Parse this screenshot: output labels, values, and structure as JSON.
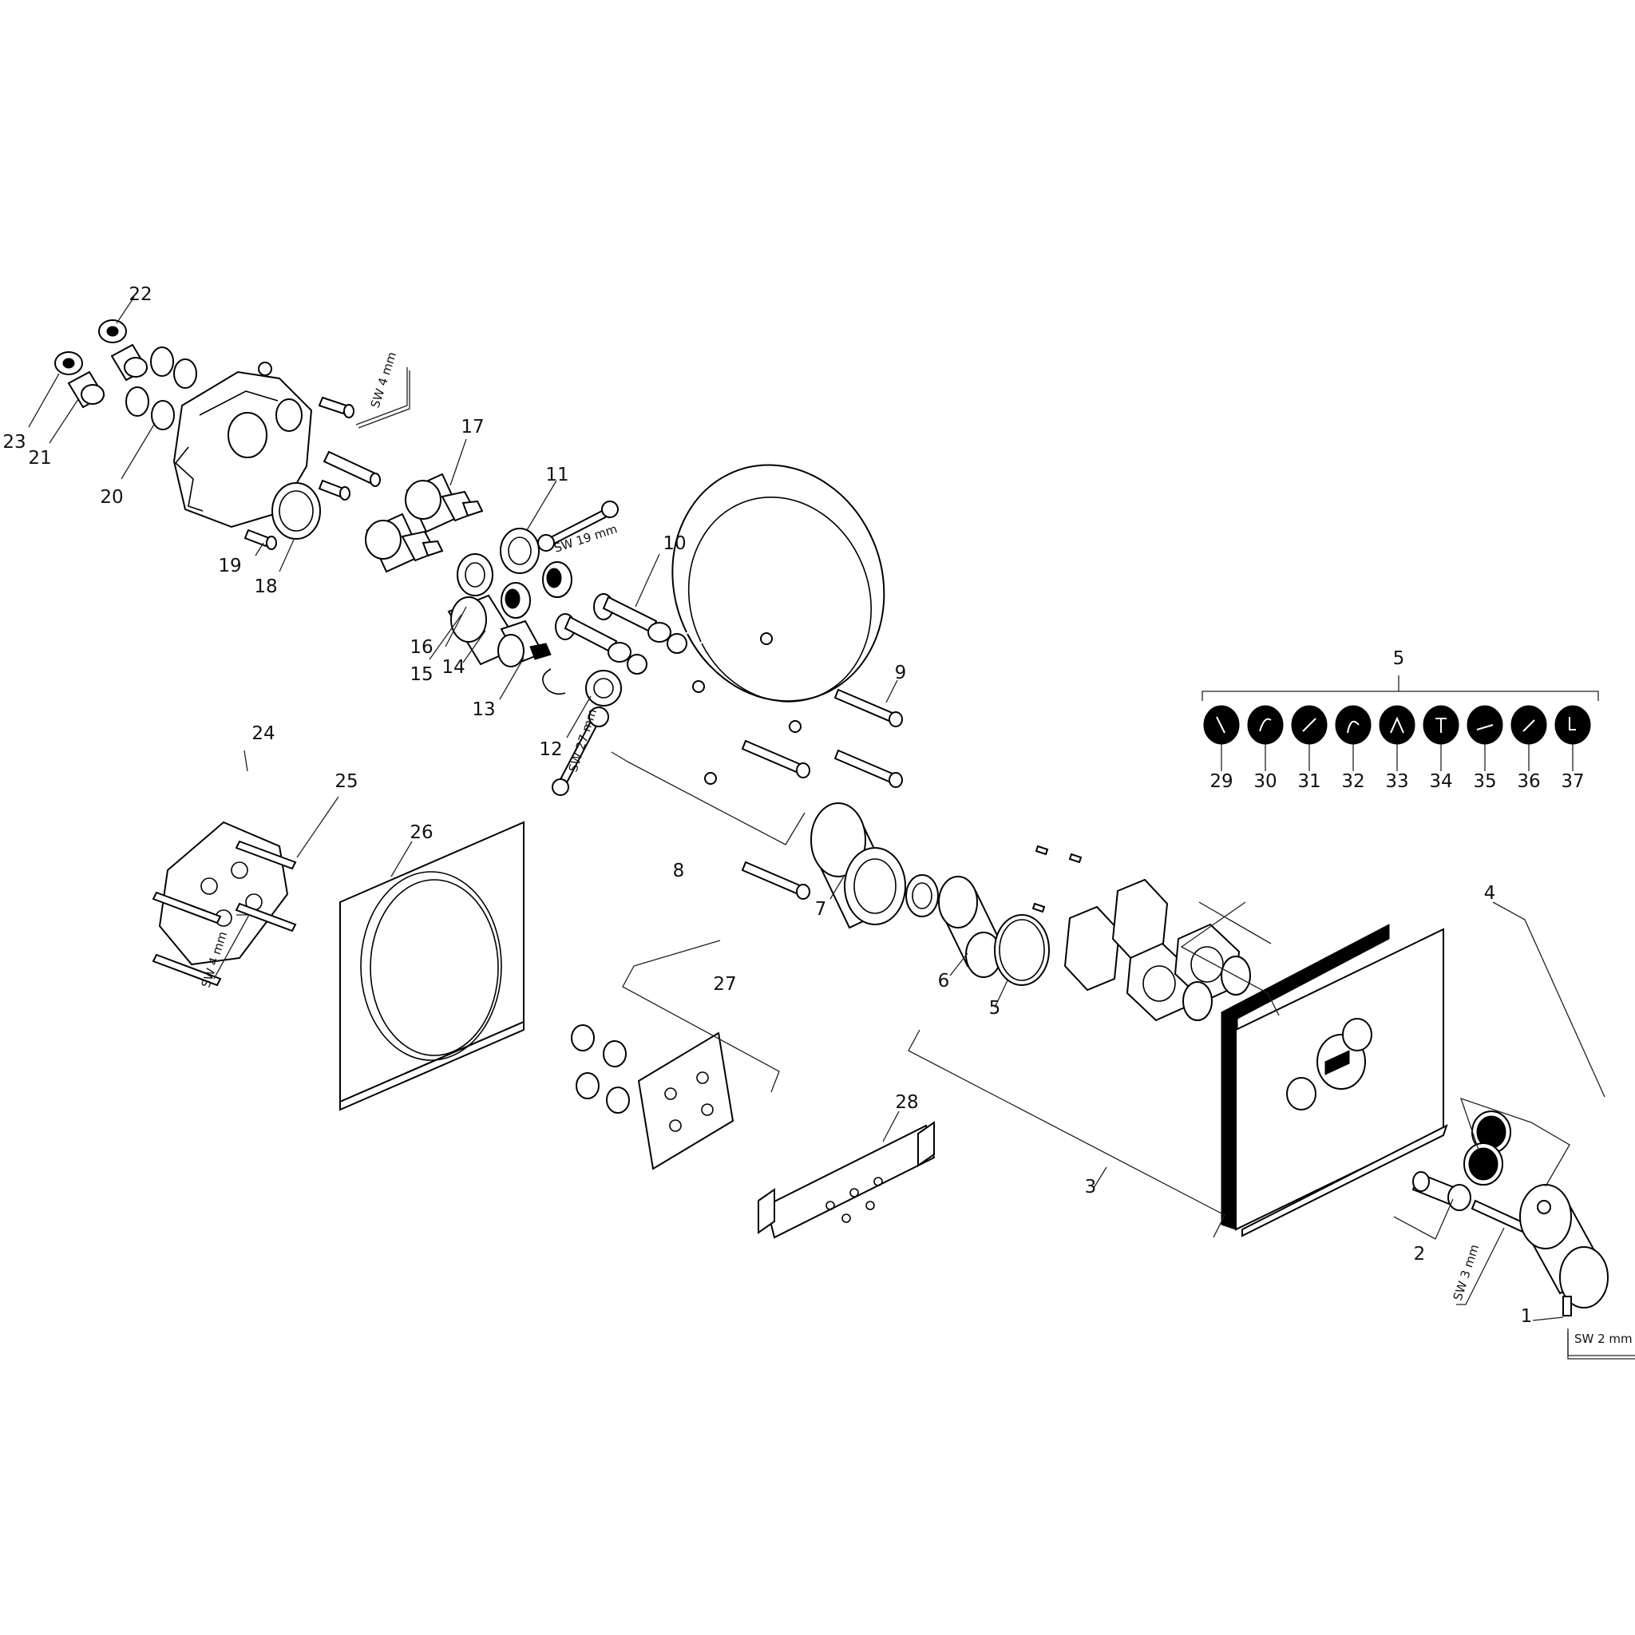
{
  "callouts": {
    "c1": "1",
    "c2": "2",
    "c3": "3",
    "c4": "4",
    "c5a": "5",
    "c5b": "5",
    "c6": "6",
    "c7": "7",
    "c8": "8",
    "c9": "9",
    "c10": "10",
    "c11": "11",
    "c12": "12",
    "c13": "13",
    "c14": "14",
    "c15": "15",
    "c16": "16",
    "c17": "17",
    "c18": "18",
    "c19": "19",
    "c20": "20",
    "c21": "21",
    "c22": "22",
    "c23": "23",
    "c24": "24",
    "c25": "25",
    "c26": "26",
    "c27": "27",
    "c28": "28",
    "c29": "29",
    "c30": "30",
    "c31": "31",
    "c32": "32",
    "c33": "33",
    "c34": "34",
    "c35": "35",
    "c36": "36",
    "c37": "37"
  },
  "tools": {
    "sw4_top": "SW 4 mm",
    "sw19": "SW 19 mm",
    "sw27": "SW 27 mm",
    "sw4_left": "SW 4 mm",
    "sw3": "SW 3 mm",
    "sw2": "SW 2 mm"
  }
}
